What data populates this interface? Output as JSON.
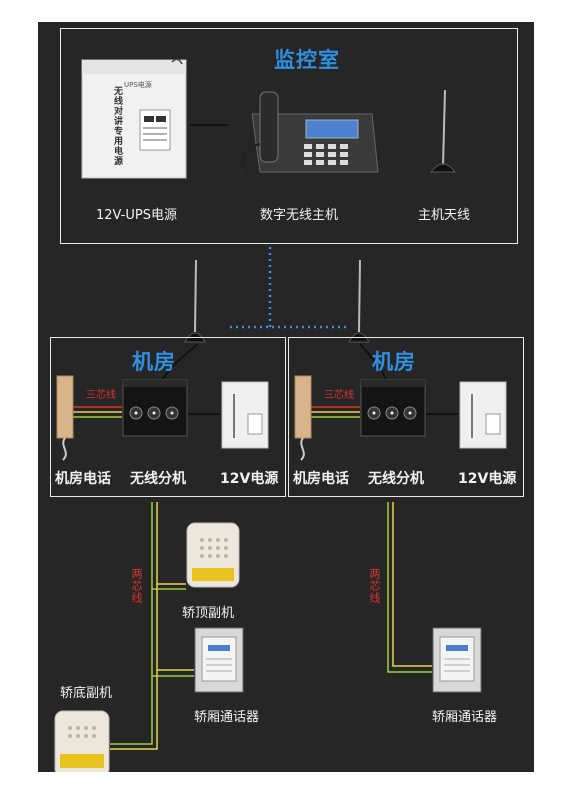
{
  "control_room": {
    "title": "监控室",
    "ups_label": "12V-UPS电源",
    "host_label": "数字无线主机",
    "antenna_label": "主机天线",
    "ups_device_text": "无线对讲专用电源",
    "ups_brand": "UPS电源"
  },
  "machine_rooms": [
    {
      "title": "机房",
      "phone_label": "机房电话",
      "extension_label": "无线分机",
      "power_label": "12V电源",
      "wire_label": "三芯线"
    },
    {
      "title": "机房",
      "phone_label": "机房电话",
      "extension_label": "无线分机",
      "power_label": "12V电源",
      "wire_label": "三芯线"
    }
  ],
  "left_shaft": {
    "wire_label": "两芯线",
    "car_top_label": "轿顶副机",
    "car_label": "轿厢通话器",
    "pit_label": "轿底副机"
  },
  "right_shaft": {
    "wire_label": "两芯线",
    "car_label": "轿厢通话器"
  },
  "colors": {
    "background": "#262626",
    "title": "#2f8fe0",
    "wire_green": "#9ccf3b",
    "wire_yellow": "#e8d44a",
    "wire_red": "#e0342e",
    "wireless_link": "#3b8fe6"
  }
}
